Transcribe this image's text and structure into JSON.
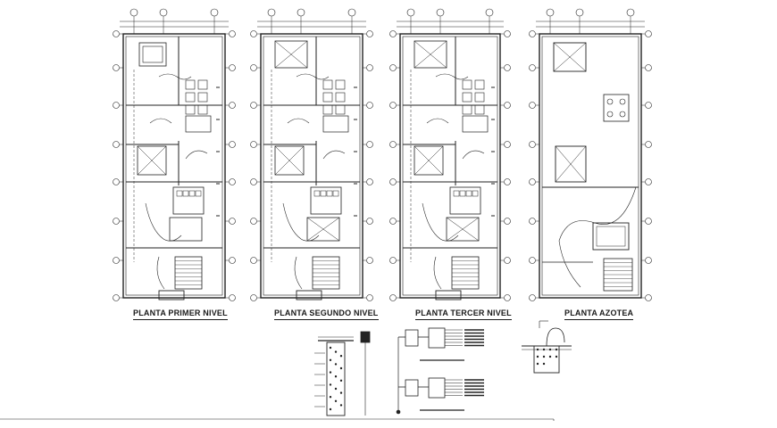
{
  "plans": [
    {
      "title": "PLANTA PRIMER NIVEL"
    },
    {
      "title": "PLANTA SEGUNDO NIVEL"
    },
    {
      "title": "PLANTA TERCER NIVEL"
    },
    {
      "title": "PLANTA AZOTEA"
    }
  ],
  "colors": {
    "line": "#222222",
    "background": "#ffffff"
  }
}
